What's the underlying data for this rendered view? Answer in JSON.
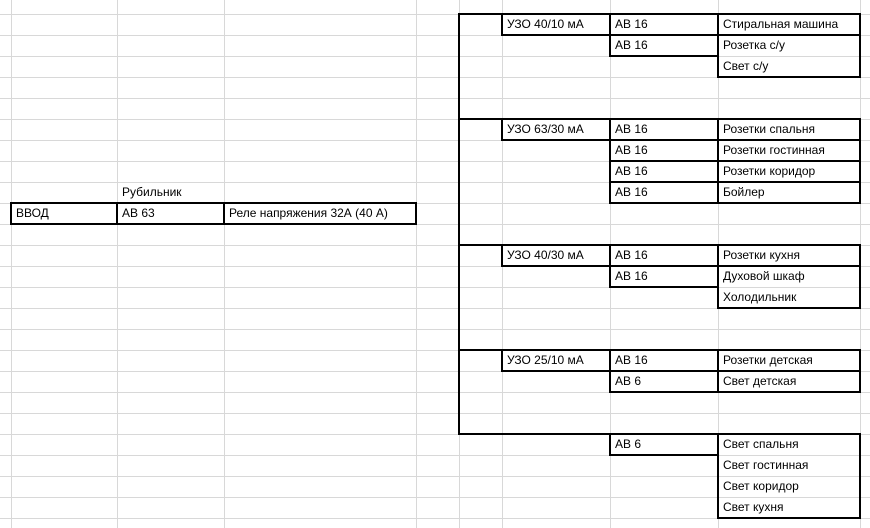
{
  "colors": {
    "background": "#ffffff",
    "grid_line": "#d8d8d8",
    "diagram_line": "#000000",
    "text": "#000000"
  },
  "main_row": {
    "switch_label": "Рубильник",
    "input_cell": "ВВОД",
    "breaker_cell": "АВ 63",
    "relay_cell": "Реле напряжения 32А (40 А)"
  },
  "groups": [
    {
      "rcd": "УЗО 40/10 мА",
      "row_start": 0,
      "circuits": [
        {
          "breaker": "АВ 16",
          "load": "Стиральная машина"
        },
        {
          "breaker": "АВ 16",
          "load": "Розетка с/у"
        },
        {
          "breaker": "",
          "load": "Свет с/у"
        }
      ]
    },
    {
      "rcd": "УЗО 63/30 мА",
      "row_start": 5,
      "circuits": [
        {
          "breaker": "АВ 16",
          "load": "Розетки спальня"
        },
        {
          "breaker": "АВ 16",
          "load": "Розетки гостинная"
        },
        {
          "breaker": "АВ 16",
          "load": "Розетки коридор"
        },
        {
          "breaker": "АВ 16",
          "load": "Бойлер"
        }
      ]
    },
    {
      "rcd": "УЗО 40/30 мА",
      "row_start": 11,
      "circuits": [
        {
          "breaker": "АВ 16",
          "load": "Розетки кухня"
        },
        {
          "breaker": "АВ 16",
          "load": "Духовой шкаф"
        },
        {
          "breaker": "",
          "load": "Холодильник"
        }
      ]
    },
    {
      "rcd": "УЗО 25/10 мА",
      "row_start": 16,
      "circuits": [
        {
          "breaker": "АВ 16",
          "load": "Розетки детская"
        },
        {
          "breaker": "АВ 6",
          "load": "Свет детская"
        }
      ]
    },
    {
      "rcd": "",
      "row_start": 20,
      "circuits": [
        {
          "breaker": "АВ 6",
          "load": "Свет спальня"
        },
        {
          "breaker": "",
          "load": "Свет гостинная"
        },
        {
          "breaker": "",
          "load": "Свет коридор"
        },
        {
          "breaker": "",
          "load": "Свет кухня"
        }
      ]
    }
  ]
}
